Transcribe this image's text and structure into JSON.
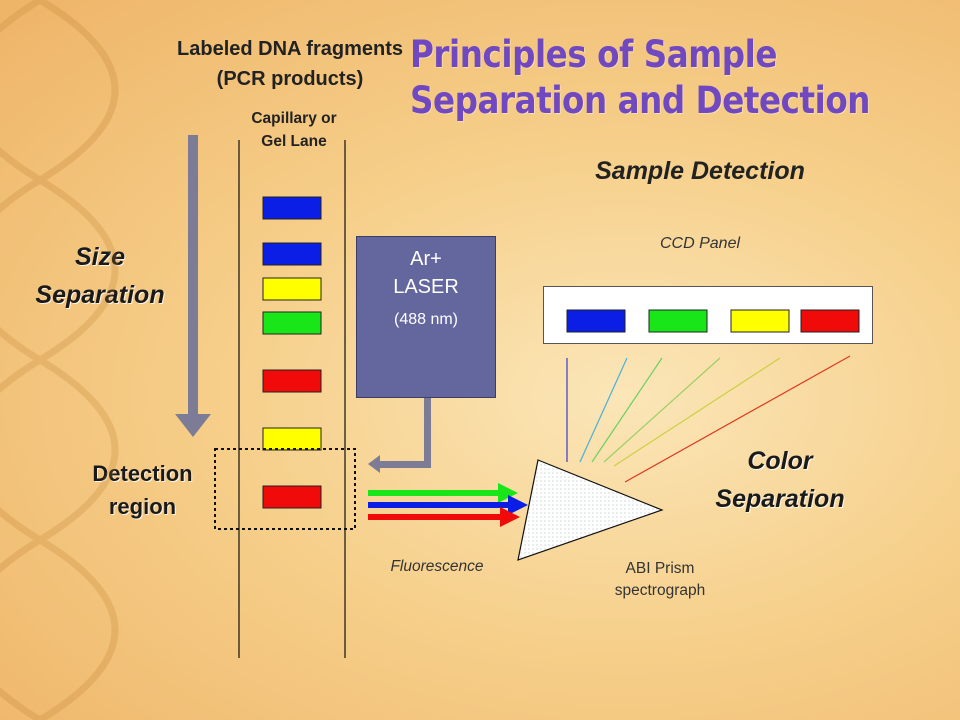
{
  "title": {
    "line1": "Principles of Sample",
    "line2": "Separation and Detection"
  },
  "labels": {
    "fragments_line1": "Labeled DNA fragments",
    "fragments_line2": "(PCR products)",
    "capillary_line1": "Capillary or",
    "capillary_line2": "Gel Lane",
    "size_separation_line1": "Size",
    "size_separation_line2": "Separation",
    "detection_region_line1": "Detection",
    "detection_region_line2": "region",
    "sample_detection": "Sample Detection",
    "ccd_panel": "CCD Panel",
    "laser_line1": "Ar+",
    "laser_line2": "LASER",
    "laser_line3": "(488 nm)",
    "color_separation_line1": "Color",
    "color_separation_line2": "Separation",
    "fluorescence": "Fluorescence",
    "prism_line1": "ABI Prism",
    "prism_line2": "spectrograph"
  },
  "colors": {
    "blue": "#0a1ee6",
    "yellow": "#ffff00",
    "green": "#19e619",
    "red": "#f00a0a",
    "laser_box": "#64669e",
    "arrow_gray": "#7c7c96",
    "title_purple": "#7048c0"
  },
  "gel_bands": [
    "blue",
    "blue",
    "yellow",
    "green",
    "red",
    "yellow",
    "red"
  ],
  "ccd_cells": [
    "blue",
    "green",
    "yellow",
    "red"
  ],
  "fluorescence_beams": [
    "green",
    "blue",
    "red"
  ]
}
